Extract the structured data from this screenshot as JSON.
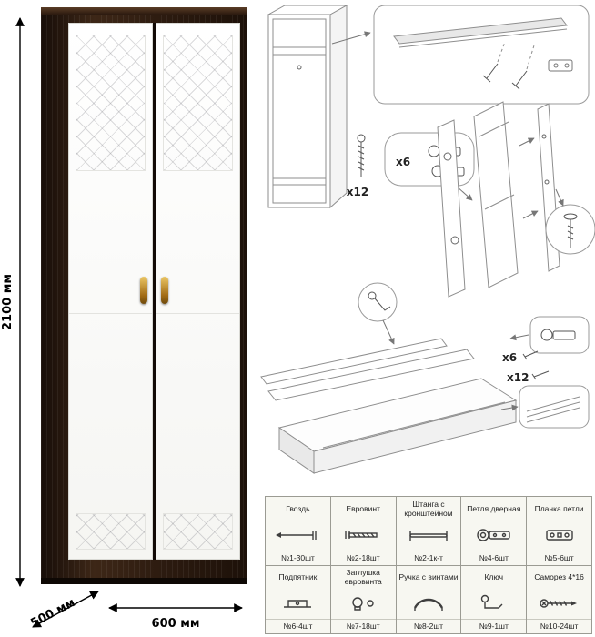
{
  "dimensions": {
    "height": "2100 мм",
    "depth": "500 мм",
    "width": "600 мм"
  },
  "assembly": {
    "callout_screws_top": "x12",
    "callout_hinges_top": "x6",
    "callout_hinges_bottom": "x6",
    "callout_screws_bottom": "x12"
  },
  "parts_table": {
    "rows": [
      [
        {
          "name": "Гвоздь",
          "count": "№1-30шт",
          "icon": "nail-icon"
        },
        {
          "name": "Евровинт",
          "count": "№2-18шт",
          "icon": "euroscrew-icon"
        },
        {
          "name": "Штанга с кронштейном",
          "count": "№2-1к-т",
          "icon": "rod-bracket-icon"
        },
        {
          "name": "Петля дверная",
          "count": "№4-6шт",
          "icon": "door-hinge-icon"
        },
        {
          "name": "Планка петли",
          "count": "№5-6шт",
          "icon": "hinge-plate-icon"
        }
      ],
      [
        {
          "name": "Подпятник",
          "count": "№6-4шт",
          "icon": "foot-glide-icon"
        },
        {
          "name": "Заглушка евровинта",
          "count": "№7-18шт",
          "icon": "screw-cap-icon"
        },
        {
          "name": "Ручка с винтами",
          "count": "№8-2шт",
          "icon": "handle-icon"
        },
        {
          "name": "Ключ",
          "count": "№9-1шт",
          "icon": "key-icon"
        },
        {
          "name": "Саморез 4*16",
          "count": "№10-24шт",
          "icon": "screw-icon"
        }
      ]
    ]
  }
}
